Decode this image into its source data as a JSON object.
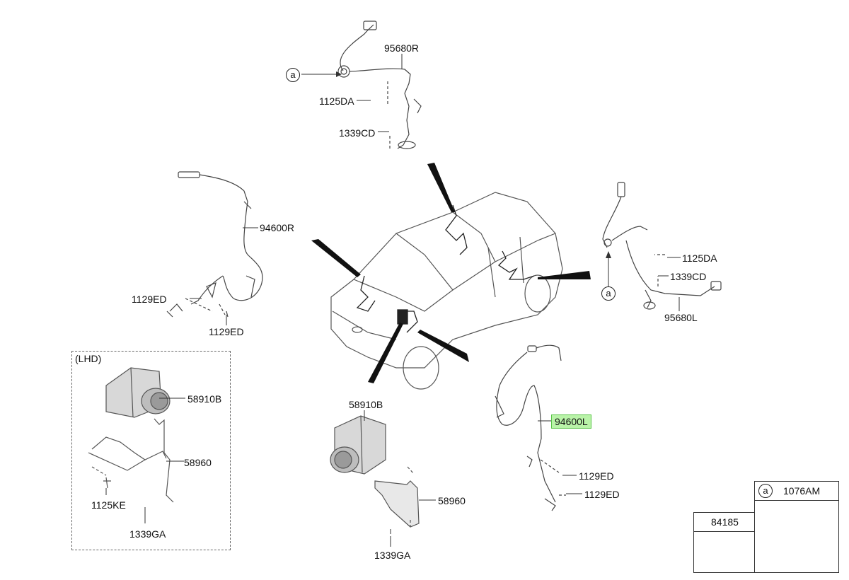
{
  "parts": {
    "p95680R": "95680R",
    "p1125DA_top": "1125DA",
    "p1339CD_top": "1339CD",
    "p94600R": "94600R",
    "p1129ED_left1": "1129ED",
    "p1129ED_left2": "1129ED",
    "p1125DA_right": "1125DA",
    "p1339CD_right": "1339CD",
    "p95680L": "95680L",
    "lhd_title": "(LHD)",
    "p58910B_lhd": "58910B",
    "p58960_lhd": "58960",
    "p1125KE": "1125KE",
    "p1339GA_lhd": "1339GA",
    "p58910B_main": "58910B",
    "p58960_main": "58960",
    "p1339GA_main": "1339GA",
    "p94600L": "94600L",
    "p1129ED_right1": "1129ED",
    "p1129ED_right2": "1129ED"
  },
  "callouts": {
    "top": "a",
    "right": "a"
  },
  "legend": {
    "a_marker": "a",
    "a_part": "1076AM",
    "second_part": "84185"
  },
  "highlight_color": "#b9f3a8"
}
